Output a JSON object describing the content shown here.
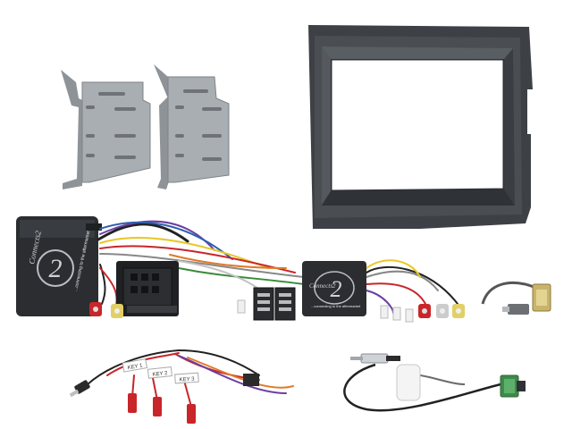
{
  "product": {
    "brand_logo": "Connects2",
    "brand_tagline": "...connecting to the aftermarket",
    "connector_tags": [
      "KEY 1",
      "KEY 2",
      "KEY 3"
    ]
  },
  "colors": {
    "fascia": "#4a4e52",
    "bracket": "#a9aeb2",
    "interface_box": "#2b2d30",
    "wire_red": "#c8262a",
    "wire_purple": "#6b3fa0",
    "wire_yellow": "#e8c82a",
    "wire_blue": "#2f5fb0",
    "rca_yellow": "#e2cf66",
    "fakra_beige": "#c9b46a"
  }
}
